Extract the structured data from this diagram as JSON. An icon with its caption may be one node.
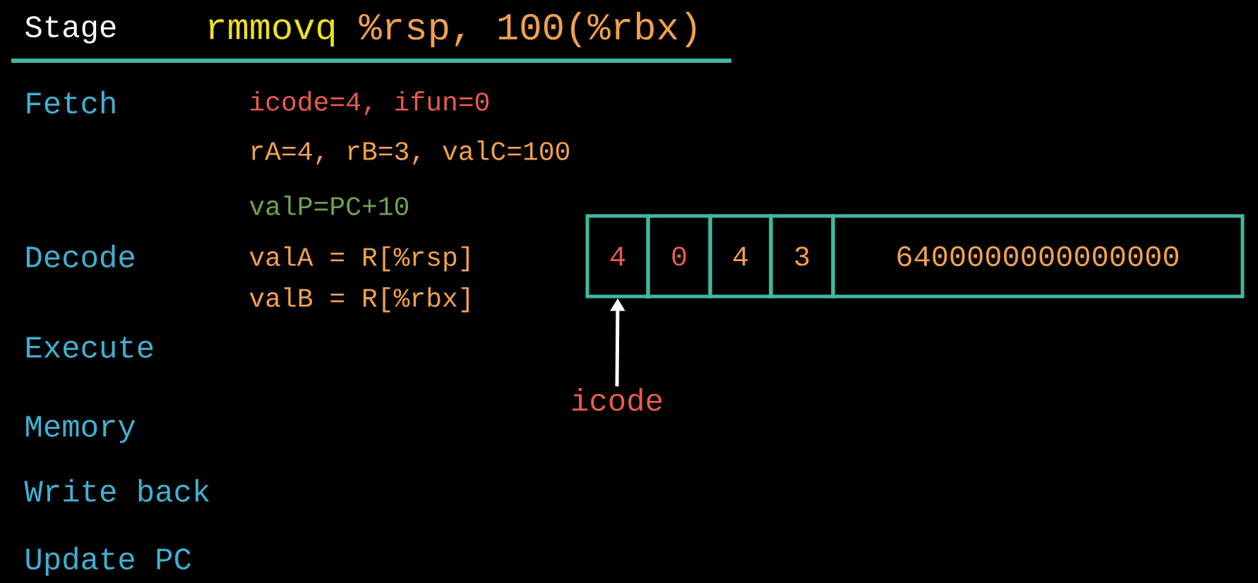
{
  "diagram": {
    "nodes": [
      {
        "text": [
          "4"
        ]
      },
      {
        "text": [
          "0"
        ]
      },
      {
        "text": [
          "4"
        ]
      },
      {
        "text": [
          "3"
        ]
      },
      {
        "text": [
          "6400000000000000"
        ]
      },
      {
        "text": [
          "icode"
        ]
      }
    ],
    "edges": [
      {
        "from": 5,
        "to": 0,
        "arrow": "to"
      }
    ],
    "labels": [
      "Stage",
      "rmmovq",
      "%rsp, 100(%rbx)",
      "Fetch",
      "icode=4, ifun=0",
      "rA=4, rB=3, valC=100",
      "valP=PC+10",
      "Decode",
      "valA = R[%rsp]",
      "valB = R[%rbx]",
      "Execute",
      "Memory",
      "Write back",
      "Update PC"
    ]
  }
}
